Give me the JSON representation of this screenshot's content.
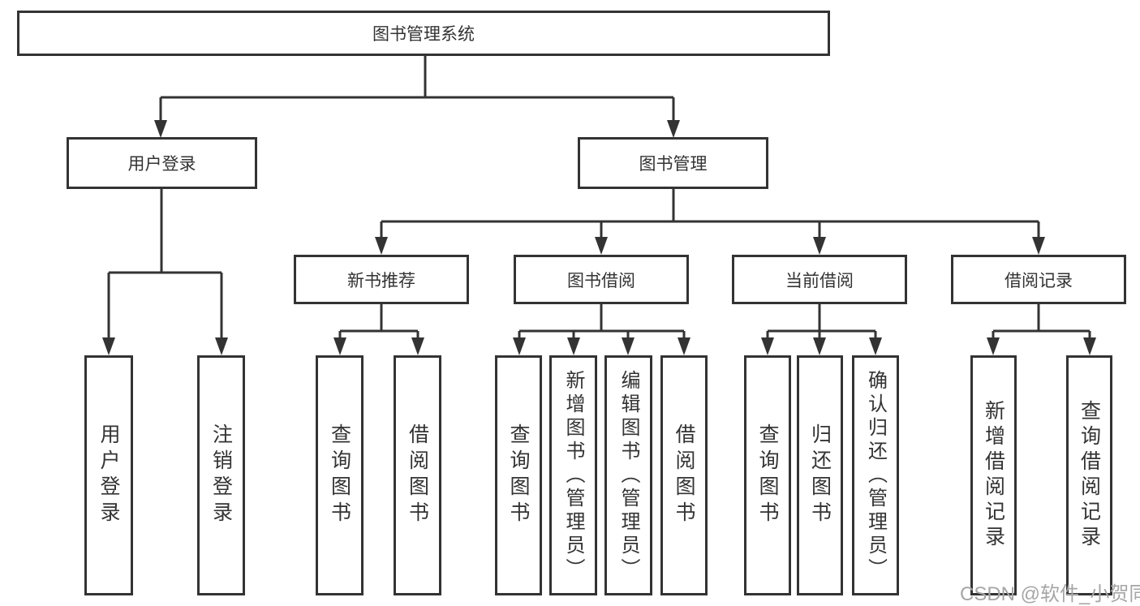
{
  "diagram": {
    "root": {
      "label": "图书管理系统"
    },
    "login": {
      "label": "用户登录",
      "children": [
        {
          "label": "用户登录"
        },
        {
          "label": "注销登录"
        }
      ]
    },
    "management": {
      "label": "图书管理"
    },
    "modules": [
      {
        "label": "新书推荐",
        "children": [
          {
            "label": "查询图书"
          },
          {
            "label": "借阅图书"
          }
        ]
      },
      {
        "label": "图书借阅",
        "children": [
          {
            "label": "查询图书"
          },
          {
            "label": "新增图书（管理员）"
          },
          {
            "label": "编辑图书（管理员）"
          },
          {
            "label": "借阅图书"
          }
        ]
      },
      {
        "label": "当前借阅",
        "children": [
          {
            "label": "查询图书"
          },
          {
            "label": "归还图书"
          },
          {
            "label": "确认归还（管理员）"
          }
        ]
      },
      {
        "label": "借阅记录",
        "children": [
          {
            "label": "新增借阅记录"
          },
          {
            "label": "查询借阅记录"
          }
        ]
      }
    ],
    "watermark": "CSDN @软件_小贺同学"
  },
  "colors": {
    "line": "#333333",
    "box_border": "#333333",
    "text": "#333333",
    "watermark": "#a6a6a6",
    "background": "#ffffff"
  }
}
